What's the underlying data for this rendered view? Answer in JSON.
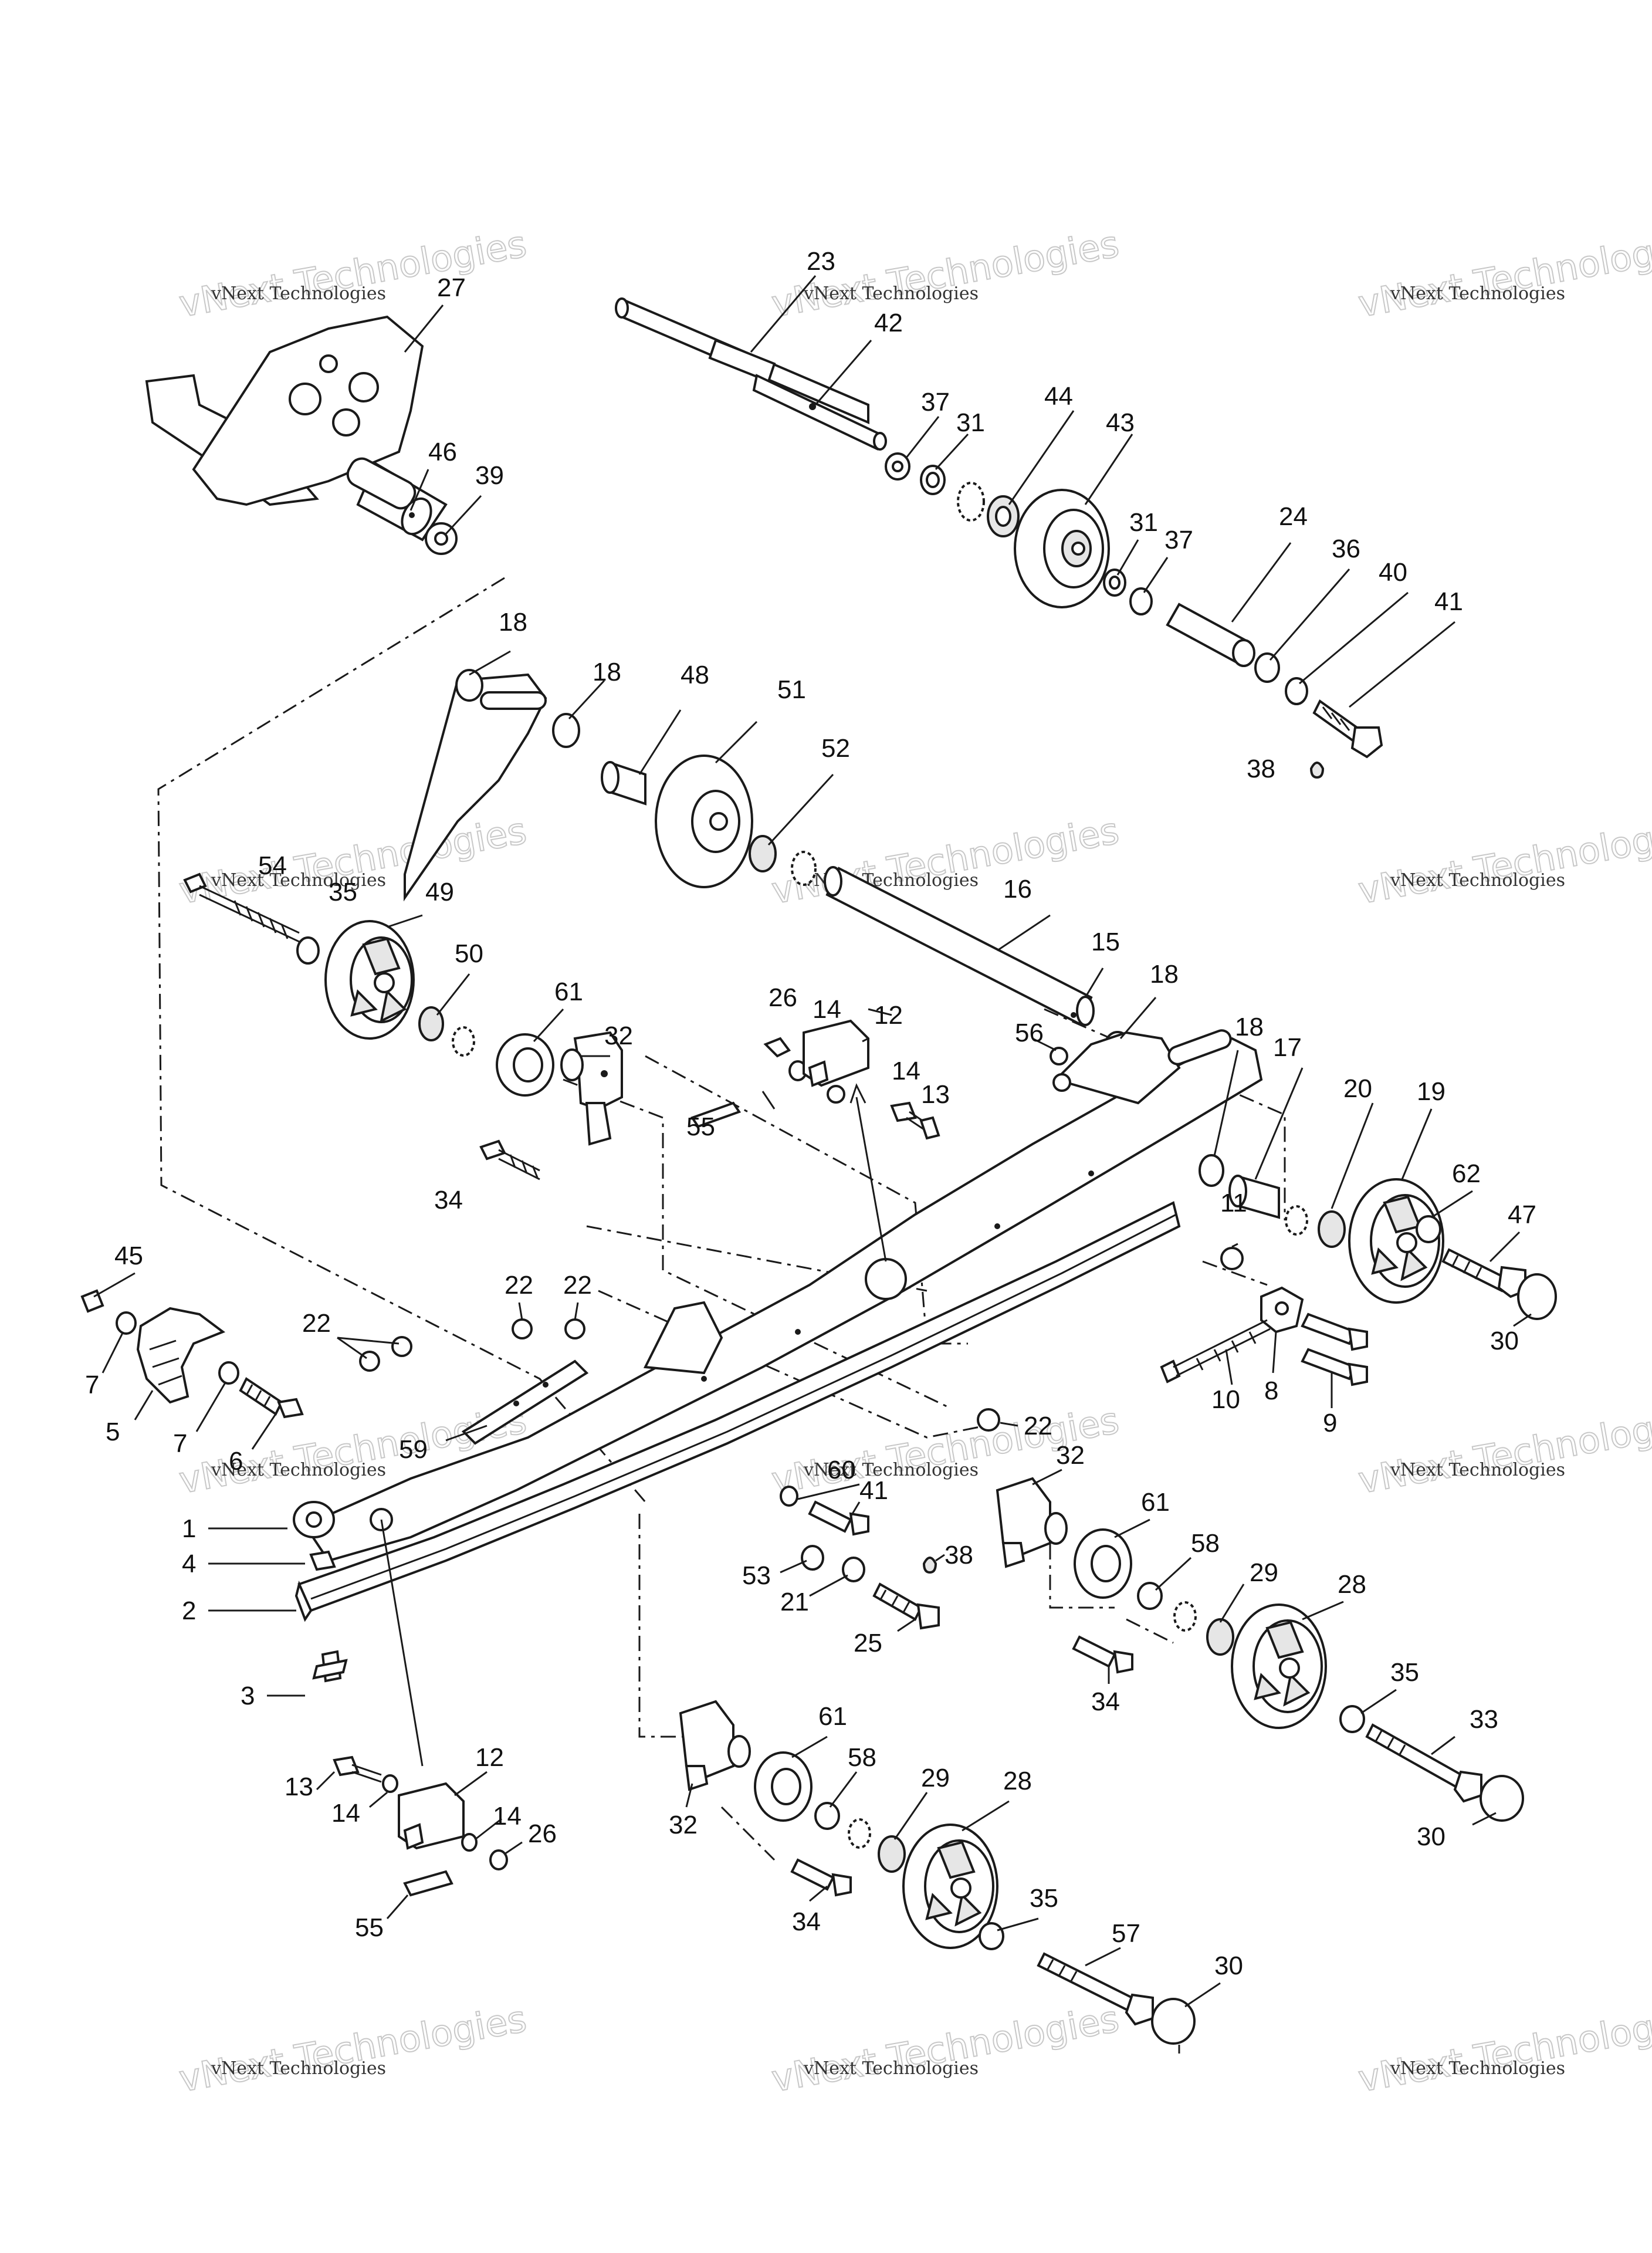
{
  "watermark": {
    "top_text": "vNext Technologies",
    "big_text": "vNext Technologies"
  },
  "callouts": {
    "c27": "27",
    "c46": "46",
    "c39": "39",
    "c23": "23",
    "c42": "42",
    "c37a": "37",
    "c31a": "31",
    "c44": "44",
    "c43": "43",
    "c31b": "31",
    "c37b": "37",
    "c24": "24",
    "c36": "36",
    "c40": "40",
    "c41a": "41",
    "c38a": "38",
    "c18a": "18",
    "c18b": "18",
    "c48": "48",
    "c51": "51",
    "c52": "52",
    "c54": "54",
    "c35a": "35",
    "c49": "49",
    "c50": "50",
    "c61a": "61",
    "c32a": "32",
    "c34a": "34",
    "c26a": "26",
    "c14a": "14",
    "c12a": "12",
    "c14b": "14",
    "c13a": "13",
    "c55a": "55",
    "c16": "16",
    "c15": "15",
    "c18c": "18",
    "c56": "56",
    "c18d": "18",
    "c17": "17",
    "c20": "20",
    "c19": "19",
    "c62": "62",
    "c47": "47",
    "c30a": "30",
    "c11": "11",
    "c10": "10",
    "c8": "8",
    "c9": "9",
    "c22a": "22",
    "c45": "45",
    "c7a": "7",
    "c5": "5",
    "c7b": "7",
    "c6": "6",
    "c22b": "22",
    "c22c": "22",
    "c22d": "22",
    "c59": "59",
    "c1": "1",
    "c4": "4",
    "c2": "2",
    "c3": "3",
    "c60": "60",
    "c41b": "41",
    "c53": "53",
    "c21": "21",
    "c38b": "38",
    "c25": "25",
    "c32b": "32",
    "c61b": "61",
    "c58a": "58",
    "c29a": "29",
    "c28a": "28",
    "c34b": "34",
    "c35b": "35",
    "c33": "33",
    "c30b": "30",
    "c13b": "13",
    "c14c": "14",
    "c12b": "12",
    "c14d": "14",
    "c26b": "26",
    "c55b": "55",
    "c61c": "61",
    "c58b": "58",
    "c29b": "29",
    "c28b": "28",
    "c32c": "32",
    "c34c": "34",
    "c35c": "35",
    "c57": "57",
    "c30c": "30"
  }
}
